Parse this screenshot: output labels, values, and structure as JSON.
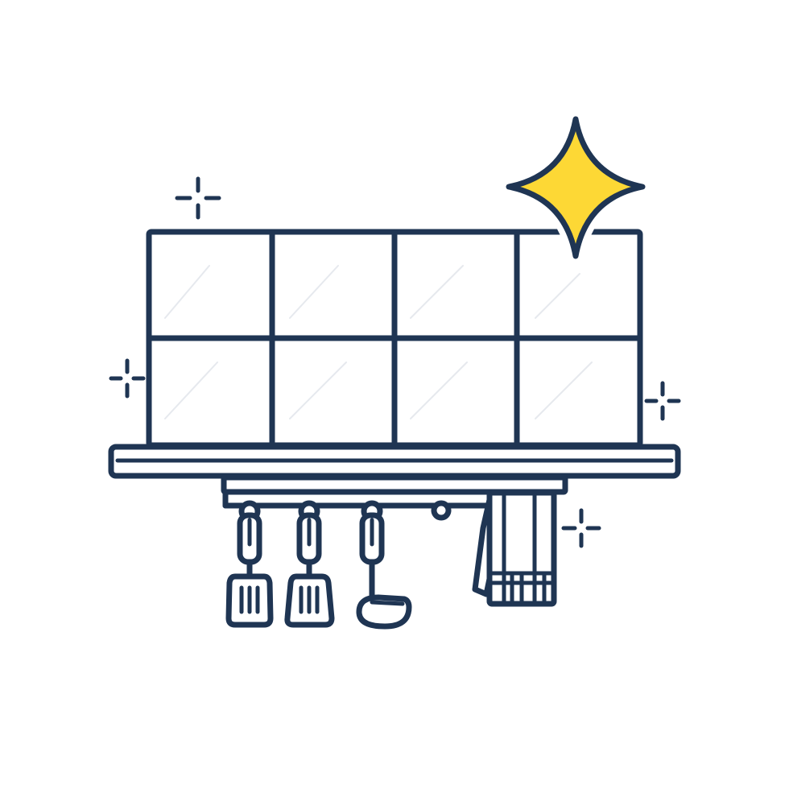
{
  "colors": {
    "ink": "#1f3553",
    "accent_star": "#fdd835",
    "background": "#ffffff",
    "tile_fill": "#ffffff"
  },
  "illustration": {
    "subject": "kitchen-backsplash-with-shelf-and-utensils",
    "tiles": {
      "rows": 2,
      "columns": 4
    },
    "sparkles": [
      "large-star-icon",
      "sparkle-icon",
      "sparkle-icon",
      "sparkle-icon",
      "sparkle-icon"
    ],
    "hanging_items": [
      "slotted-turner-icon",
      "spatula-icon",
      "ladle-icon",
      "empty-hook",
      "kitchen-towel-icon"
    ]
  }
}
